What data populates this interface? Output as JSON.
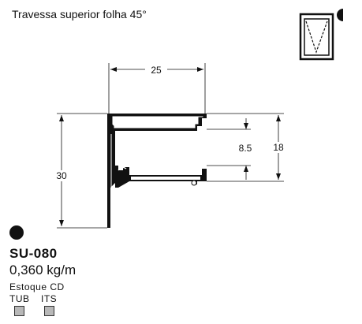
{
  "title": "Travessa superior folha 45°",
  "profile": {
    "code": "SU-080",
    "weight": "0,360 kg/m"
  },
  "dimensions": {
    "width": "25",
    "height": "30",
    "outer_channel": "18",
    "inner_channel": "8.5"
  },
  "stock": {
    "label": "Estoque CD",
    "options": [
      "TUB",
      "ITS"
    ],
    "box_color": "#b8b8b8"
  },
  "icons": {
    "window": "window-icon",
    "position_marker": "half-circle-icon",
    "status": "dot-icon"
  }
}
